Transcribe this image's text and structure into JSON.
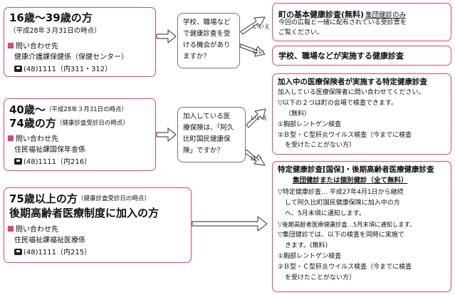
{
  "group1": {
    "title": "16歳～39歳の方",
    "date_note": "（平成28年３月31日の時点）",
    "contact_label": "問い合わせ先",
    "department": "健康介護課保健係（保健センター）",
    "phone": "(48)1111（内311・312）"
  },
  "group2": {
    "title_line1": "40歳～",
    "title_note1": "（平成28年３月31日の時点）",
    "title_line2": "74歳の方",
    "title_note2": "（健康診査受診日の時点）",
    "contact_label": "問い合わせ先",
    "department": "住民福祉課国保年金係",
    "phone": "(48)1111（内216）"
  },
  "group3": {
    "title_line1": "75歳以上の方",
    "title_note1": "（健康診査受診日の時点）",
    "title_line2": "後期高齢者医療制度に加入の方",
    "contact_label": "問い合わせ先",
    "department": "住民福祉課福祉医療係",
    "phone": "(48)1111（内215）"
  },
  "question1": {
    "lines": [
      "学校、職場など",
      "で健康診査を受",
      "ける機会があり",
      "ますか？"
    ]
  },
  "question2": {
    "lines": [
      "加入している医",
      "療保険は、「阿久",
      "比町国民健康保",
      "険」ですか？"
    ]
  },
  "answers": {
    "no": "いいえ",
    "yes": "はい"
  },
  "result_town": {
    "title": "町の基本健康診査(無料)",
    "title_tag": "集団健診のみ",
    "lines": [
      "今回の広報と一緒に配布されている受診票を",
      "ご覧ください。"
    ]
  },
  "result_school": {
    "title": "学校、職場などが実施する健康診査"
  },
  "result_insurer": {
    "title": "加入中の医療保険者が実施する特定健康診査",
    "lines": [
      "加入している医療保険者に問い合わせてください。",
      "▽以下の２つは町の会場で検査できます。",
      "（無料）",
      "①胸部レントゲン検査",
      "②Ｂ型・Ｃ型肝炎ウイルス検査（今までに検査",
      "を受けたことがない方）"
    ]
  },
  "result_kokuho": {
    "title": "特定健康診査[国保]・後期高齢者医療健康診査",
    "subtitle": "集団健診または個別健診（全て無料）",
    "lines": [
      "▽特定健康診査… 平成27年4月1日から継続",
      "して阿久比町国民健康保険に加入中の方",
      "へ、5月末頃に通知します。",
      "▽後期高齢者医療健康診査…5月末頃に通知します。",
      "▽集団健診では、以下の検査を同時に実施で",
      "きます。(無料)",
      "①胸部レントゲン検査",
      "②Ｂ型・Ｃ型肝炎ウイルス検査（今までに検査",
      "を受けたことがない方）"
    ]
  },
  "colors": {
    "accent": "#d9486e",
    "grey_border": "#777777"
  }
}
